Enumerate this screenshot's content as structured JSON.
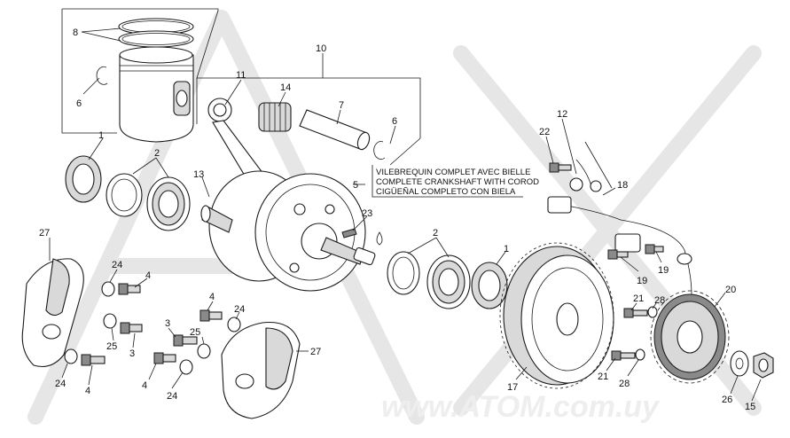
{
  "legend": {
    "line1": "VILEBREQUIN COMPLET AVEC BIELLE",
    "line2": "COMPLETE CRANKSHAFT WITH COROD",
    "line3": "CIGÜEÑAL COMPLETO CON BIELA"
  },
  "watermark": "www.ATOM.com.uy",
  "callouts": {
    "c8": "8",
    "c6a": "6",
    "c10": "10",
    "c11": "11",
    "c14": "14",
    "c7": "7",
    "c6b": "6",
    "c1a": "1",
    "c2a": "2",
    "c13": "13",
    "c5": "5",
    "c23": "23",
    "c2b": "2",
    "c1b": "1",
    "c12": "12",
    "c22": "22",
    "c18": "18",
    "c19a": "19",
    "c19b": "19",
    "c27a": "27",
    "c24a": "24",
    "c4a": "4",
    "c25a": "25",
    "c3a": "3",
    "c24b": "24",
    "c4b": "4",
    "c4c": "4",
    "c24c": "24",
    "c3b": "3",
    "c25b": "25",
    "c4d": "4",
    "c24d": "24",
    "c27b": "27",
    "c21a": "21",
    "c28a": "28",
    "c20": "20",
    "c17": "17",
    "c21b": "21",
    "c28b": "28",
    "c26": "26",
    "c15": "15"
  }
}
